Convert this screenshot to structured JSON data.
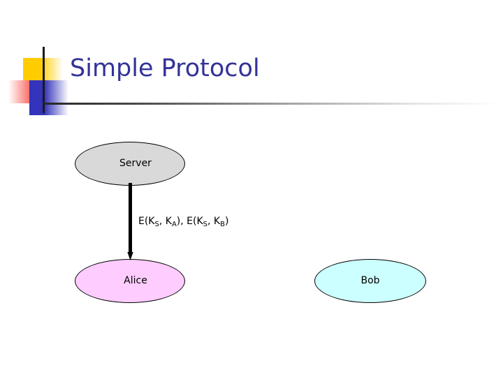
{
  "slide": {
    "title": "Simple Protocol",
    "title_color": "#333399",
    "background": "#ffffff",
    "logo": {
      "yellow": "#FFCC00",
      "red": "#F8443C",
      "blue": "#3333BB",
      "crosshair": "#1a1a1a"
    }
  },
  "diagram": {
    "type": "sequence-protocol",
    "nodes": [
      {
        "id": "server",
        "label": "Server",
        "fill": "#D9D9D9",
        "stroke": "#000000"
      },
      {
        "id": "alice",
        "label": "Alice",
        "fill": "#FFCCFF",
        "stroke": "#000000"
      },
      {
        "id": "bob",
        "label": "Bob",
        "fill": "#CCFFFF",
        "stroke": "#000000"
      }
    ],
    "edges": [
      {
        "id": "server-to-alice",
        "from": "Server",
        "to": "Alice",
        "direction": "down",
        "color": "#000000"
      }
    ],
    "message": {
      "full_text": "E(KS, KA), E(KS, KB)",
      "parts": [
        {
          "base": "E(K",
          "sub": "S"
        },
        {
          "base": ", K",
          "sub": "A"
        },
        {
          "base": "), E(K",
          "sub": "S"
        },
        {
          "base": ", K",
          "sub": "B"
        },
        {
          "base": ")",
          "sub": ""
        }
      ],
      "p1": "E(K",
      "s1": "S",
      "p2": ", K",
      "s2": "A",
      "p3": "), E(K",
      "s3": "S",
      "p4": ", K",
      "s4": "B",
      "p5": ")"
    }
  }
}
